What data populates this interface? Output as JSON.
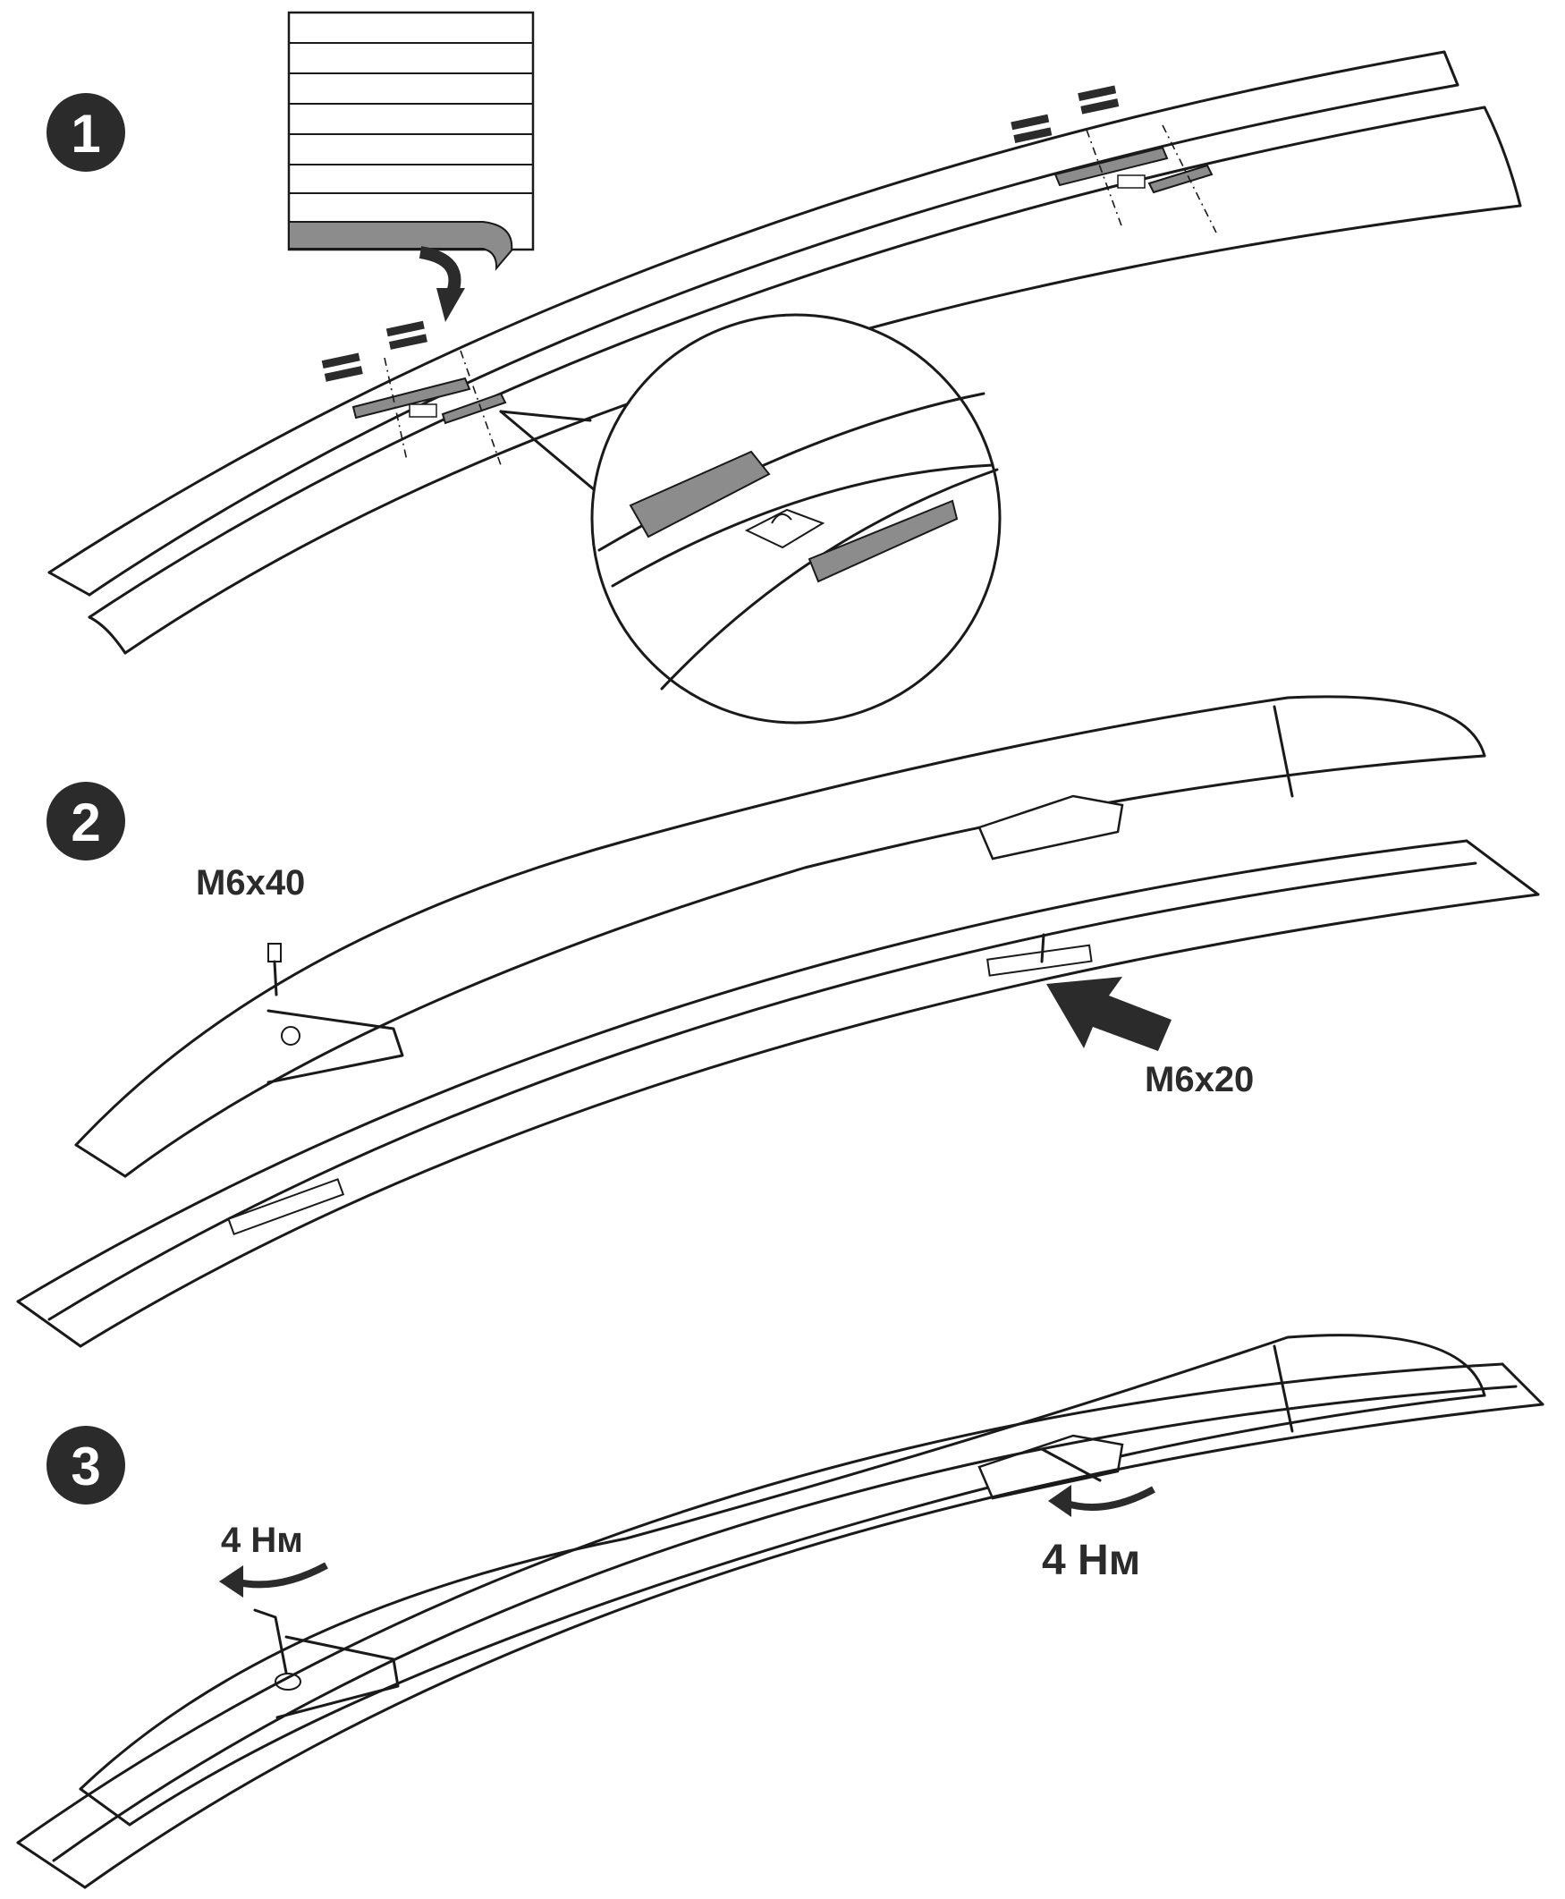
{
  "steps": [
    {
      "number": "1"
    },
    {
      "number": "2",
      "labels": {
        "rear_bolt": "M6x40",
        "front_bolt": "M6x20"
      }
    },
    {
      "number": "3",
      "labels": {
        "rear_torque": "4 Нм",
        "front_torque": "4 Нм"
      }
    }
  ],
  "colors": {
    "ink": "#1a1a1a",
    "tape": "#8c8c8c",
    "badge": "#2b2b2b",
    "background": "#ffffff"
  },
  "icons": [
    "equal-spacing-icon",
    "curved-arrow-icon",
    "magnifier-callout-icon",
    "bolt-icon",
    "hex-key-icon",
    "torque-arrow-icon",
    "push-arrow-icon"
  ]
}
